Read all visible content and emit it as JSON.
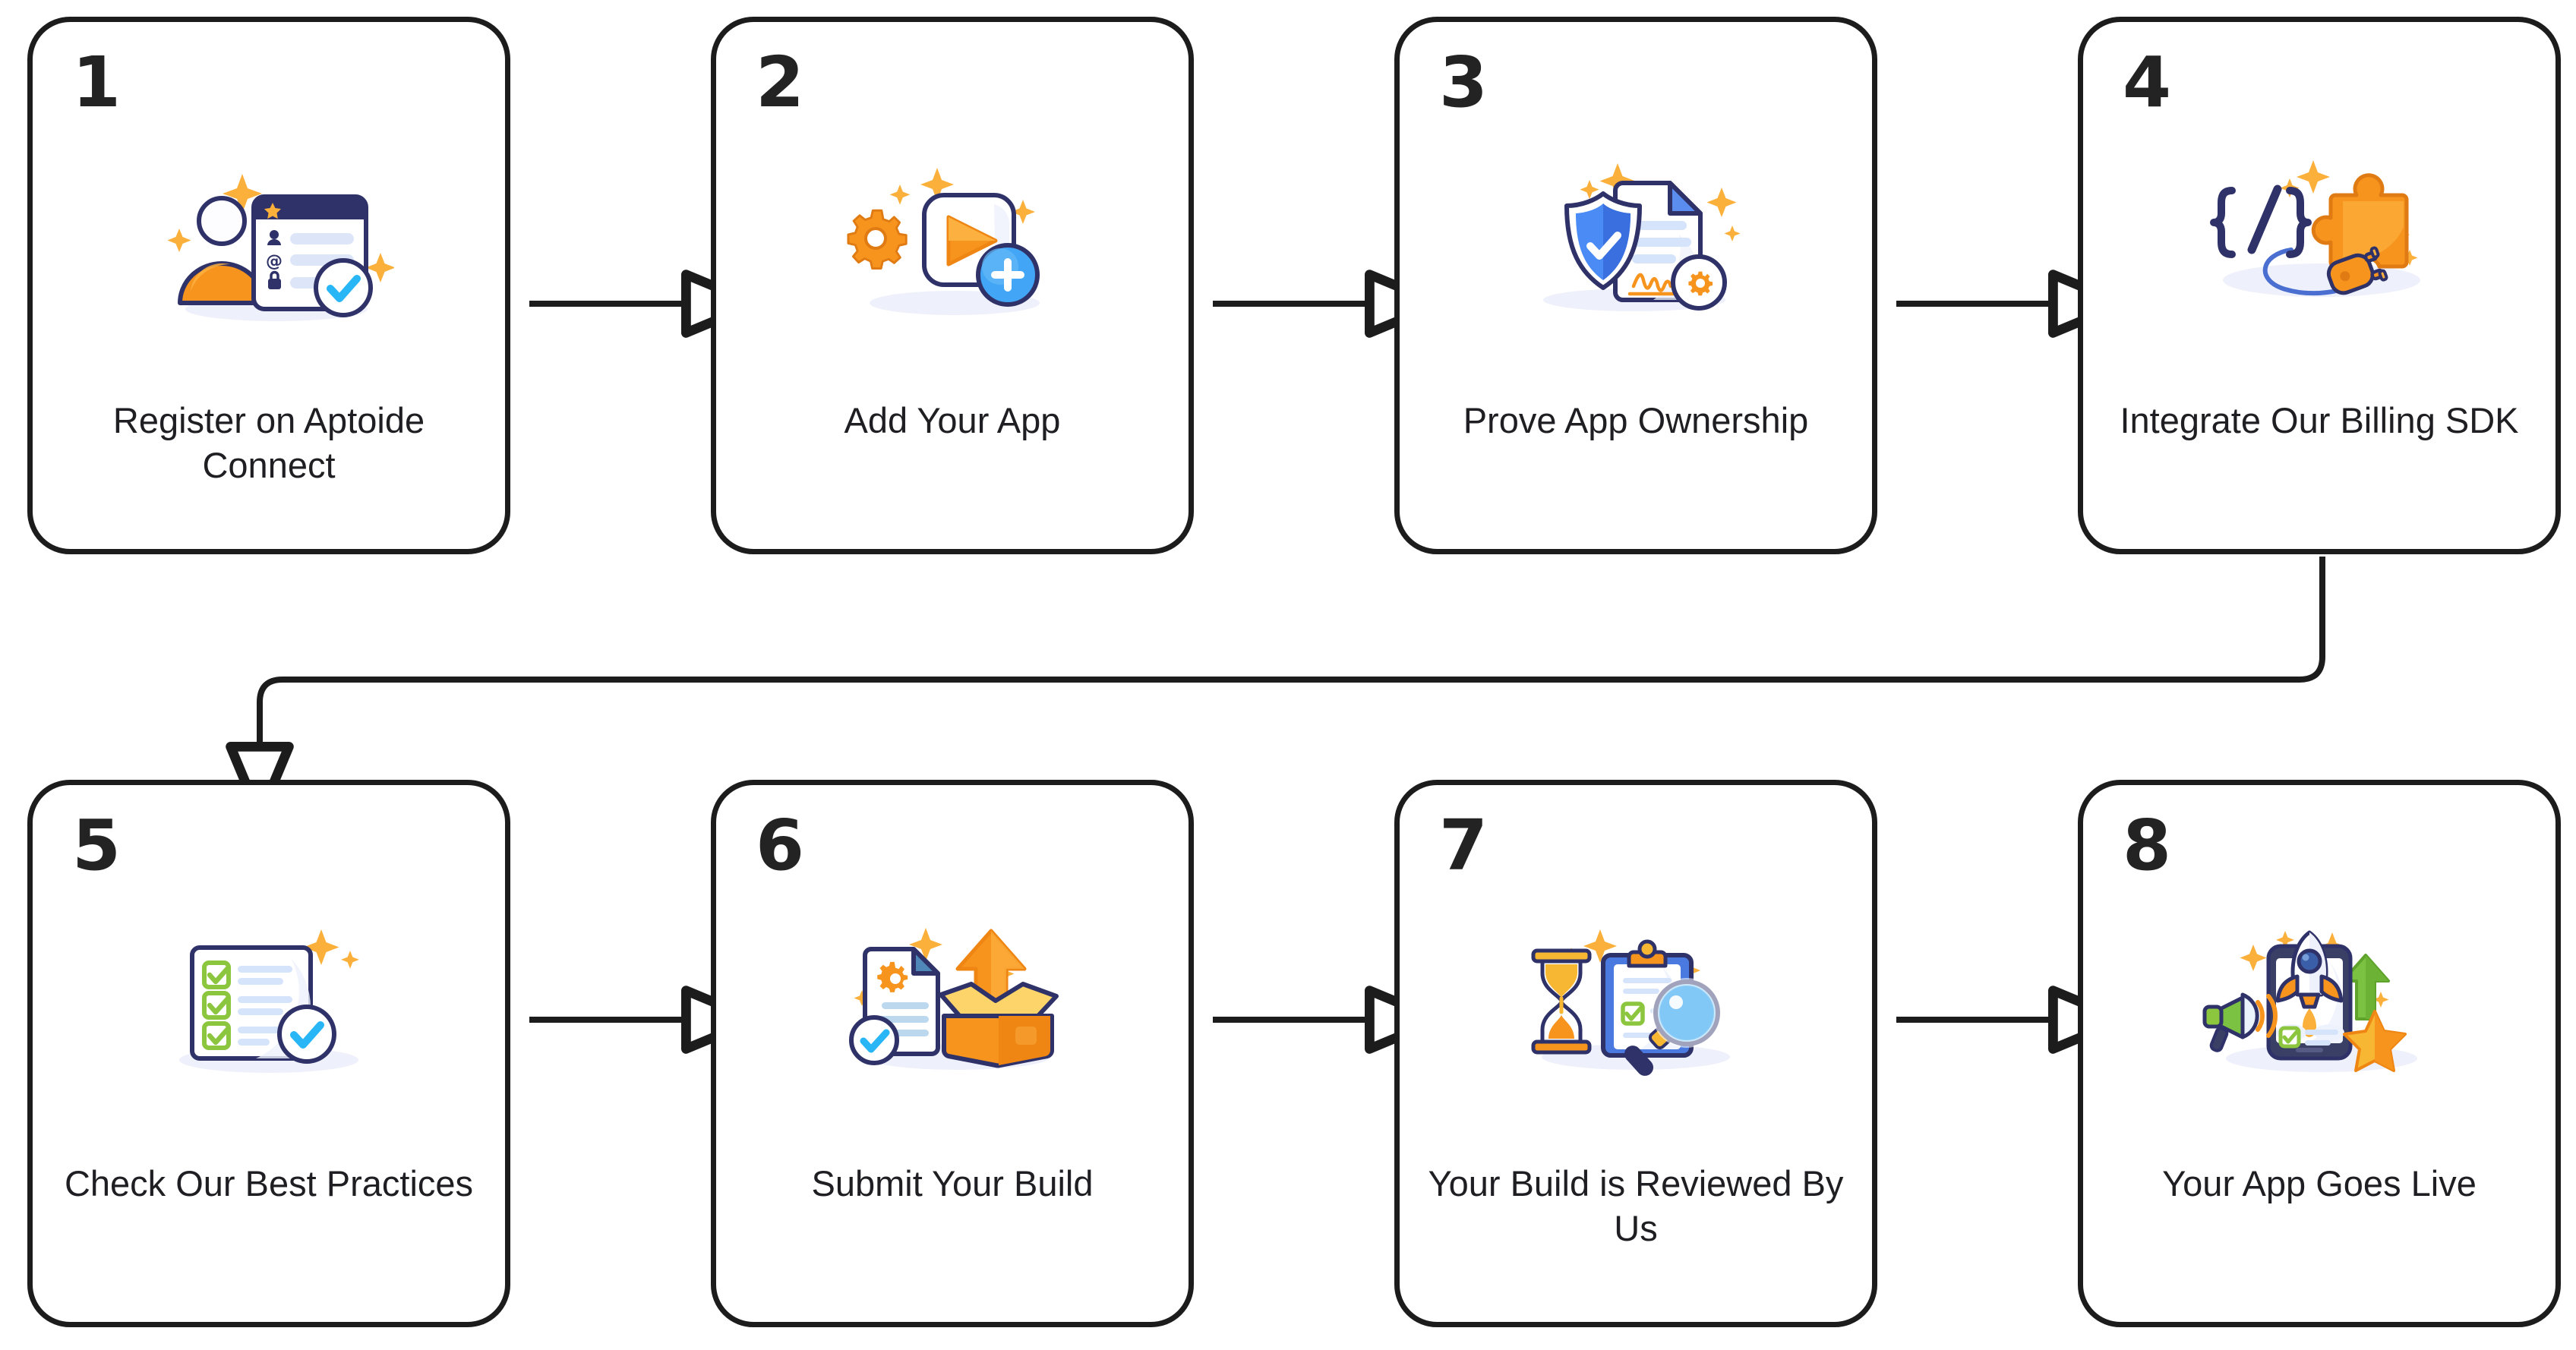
{
  "diagram": {
    "title": "Aptoide app publishing process flowchart",
    "type": "flowchart",
    "orientation": "two-row-snake",
    "colors": {
      "card_border": "#1c1c1c",
      "card_background": "#ffffff",
      "number_text": "#232323",
      "label_text": "#1f1f23",
      "connector": "#1c1c1c",
      "accent_orange": "#f7941e",
      "accent_blue": "#2f3268",
      "accent_cyan": "#29b6f6",
      "accent_green": "#8cc63f",
      "page_background": "#ffffff"
    },
    "steps": [
      {
        "number": "1",
        "label": "Register on Aptoide Connect",
        "icon": "user-profile-form-verified-icon"
      },
      {
        "number": "2",
        "label": "Add Your App",
        "icon": "app-play-gear-plus-icon"
      },
      {
        "number": "3",
        "label": "Prove App Ownership",
        "icon": "shield-signed-document-icon"
      },
      {
        "number": "4",
        "label": "Integrate Our Billing SDK",
        "icon": "code-puzzle-plug-icon"
      },
      {
        "number": "5",
        "label": "Check Our Best Practices",
        "icon": "checklist-verified-icon"
      },
      {
        "number": "6",
        "label": "Submit Your Build",
        "icon": "upload-box-document-icon"
      },
      {
        "number": "7",
        "label": "Your Build is Reviewed By Us",
        "icon": "hourglass-clipboard-magnifier-icon"
      },
      {
        "number": "8",
        "label": "Your App Goes Live",
        "icon": "rocket-phone-megaphone-icon"
      }
    ],
    "connectors": [
      {
        "from": "1",
        "to": "2",
        "kind": "arrow-right"
      },
      {
        "from": "2",
        "to": "3",
        "kind": "arrow-right"
      },
      {
        "from": "3",
        "to": "4",
        "kind": "arrow-right"
      },
      {
        "from": "4",
        "to": "5",
        "kind": "wrap-down-left"
      },
      {
        "from": "5",
        "to": "6",
        "kind": "arrow-right"
      },
      {
        "from": "6",
        "to": "7",
        "kind": "arrow-right"
      },
      {
        "from": "7",
        "to": "8",
        "kind": "arrow-right"
      }
    ]
  }
}
